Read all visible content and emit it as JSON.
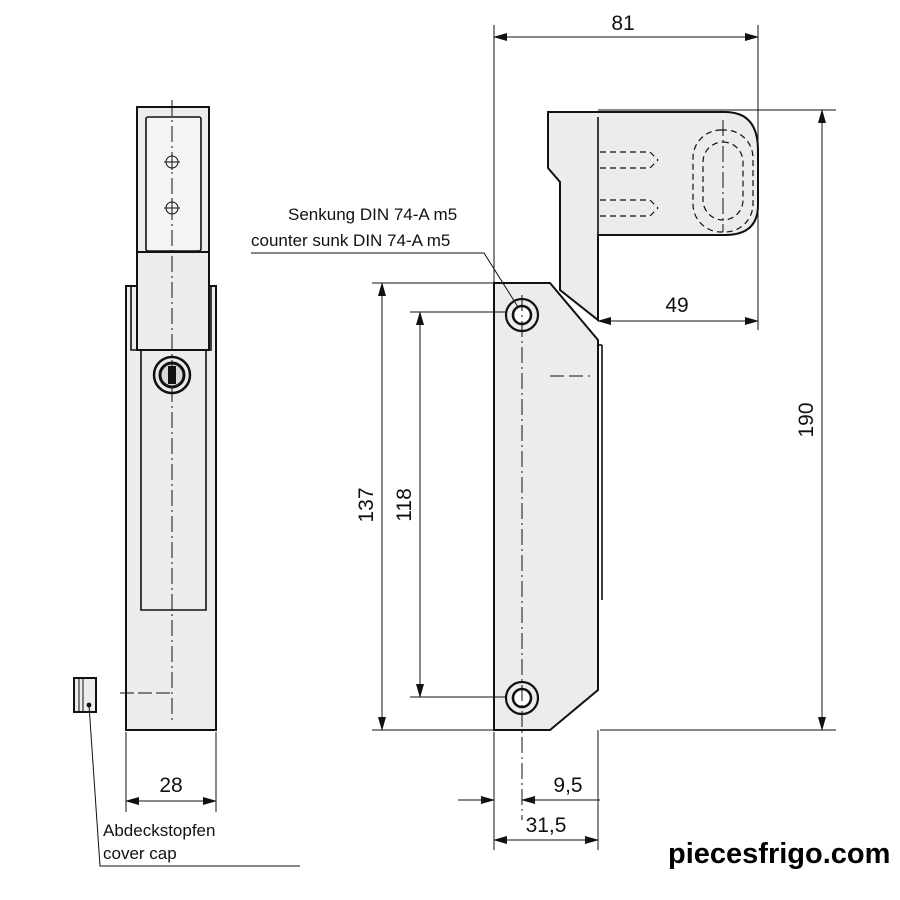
{
  "drawing": {
    "dimensions": {
      "overall_depth": "81",
      "arm_depth": "49",
      "overall_height": "190",
      "mount_height": "137",
      "hole_spacing": "118",
      "front_width": "28",
      "hole_offset": "9,5",
      "base_width": "31,5"
    },
    "labels": {
      "countersink_de": "Senkung DIN 74-A m5",
      "countersink_en": "counter sunk DIN 74-A m5",
      "cover_cap_de": "Abdeckstopfen",
      "cover_cap_en": "cover cap"
    },
    "watermark": "piecesfrigo.com"
  }
}
